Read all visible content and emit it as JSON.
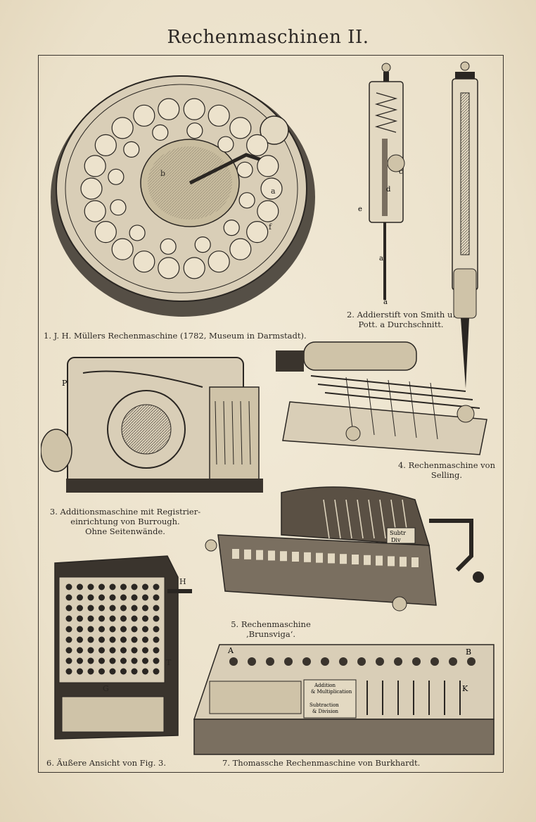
{
  "title": "Rechenmaschinen II.",
  "captions": {
    "fig1": "1. J. H. Müllers Rechenmaschine (1782, Museum in Darmstadt).",
    "fig2": [
      "2. Addierstift von Smith u.",
      "Pott.  a Durchschnitt."
    ],
    "fig3": [
      "3. Additionsmaschine mit Registrier-",
      "einrichtung von Burrough.",
      "Ohne Seitenwände."
    ],
    "fig4": [
      "4. Rechenmaschine von",
      "Selling."
    ],
    "fig5": [
      "5. Rechenmaschine",
      "‚Brunsviga‘."
    ],
    "fig6": "6. Äußere Ansicht von Fig. 3.",
    "fig7": "7. Thomassche Rechenmaschine von Burkhardt."
  },
  "labels": {
    "fig1": [
      "b",
      "a",
      "f"
    ],
    "fig2": [
      "c",
      "d",
      "e",
      "a",
      "a"
    ],
    "fig3": [
      "P"
    ],
    "fig6": [
      "H",
      "T",
      "G"
    ],
    "fig7": [
      "A",
      "B",
      "K"
    ],
    "fig7_panel": [
      "Addition",
      "& Multiplication",
      "Subtraction",
      "& Division"
    ],
    "fig5_plate": [
      "Subtr",
      "Div"
    ]
  },
  "icons": {
    "fig1": "pinwheel-calculator-illustration",
    "fig2": "adding-pen-illustration",
    "fig3": "burroughs-mechanism-illustration",
    "fig4": "selling-machine-illustration",
    "fig5": "brunsviga-illustration",
    "fig6": "keyboard-machine-illustration",
    "fig7": "arithmometer-illustration"
  },
  "colors": {
    "paper": "#efe6d2",
    "ink": "#2a2622"
  }
}
